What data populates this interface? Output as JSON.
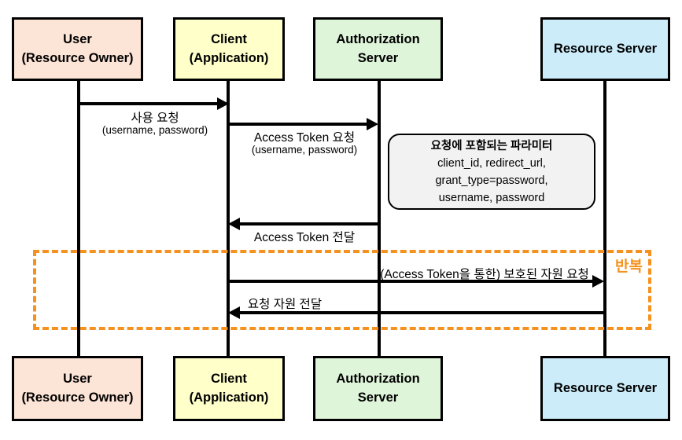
{
  "diagram": {
    "title_hint": "OAuth Resource Owner Password Credentials sequence diagram",
    "actors": [
      {
        "line1": "User",
        "line2": "(Resource Owner)",
        "color": "#fce4d6"
      },
      {
        "line1": "Client",
        "line2": "(Application)",
        "color": "#feffc9"
      },
      {
        "line1": "Authorization Server",
        "color": "#dff5da"
      },
      {
        "line1": "Resource Server",
        "color": "#ccecfa"
      }
    ],
    "messages": [
      {
        "label": "사용 요청",
        "sublabel": "(username, password)",
        "from": "User (Resource Owner)",
        "to": "Client (Application)"
      },
      {
        "label": "Access Token 요청",
        "sublabel": "(username, password)",
        "from": "Client (Application)",
        "to": "Authorization Server"
      },
      {
        "label": "Access Token 전달",
        "from": "Authorization Server",
        "to": "Client (Application)"
      },
      {
        "label": "(Access Token을 통한) 보호된 자원 요청",
        "from": "Client (Application)",
        "to": "Resource Server"
      },
      {
        "label": "요청 자원 전달",
        "from": "Resource Server",
        "to": "Client (Application)"
      }
    ],
    "note": {
      "title": "요청에 포함되는 파라미터",
      "line1": "client_id, redirect_url,",
      "line2": "grant_type=password,",
      "line3": "username, password",
      "background": "#f2f2f2"
    },
    "repeat": {
      "label": "반복",
      "color": "#f5911e"
    },
    "line_color": "#000000"
  }
}
